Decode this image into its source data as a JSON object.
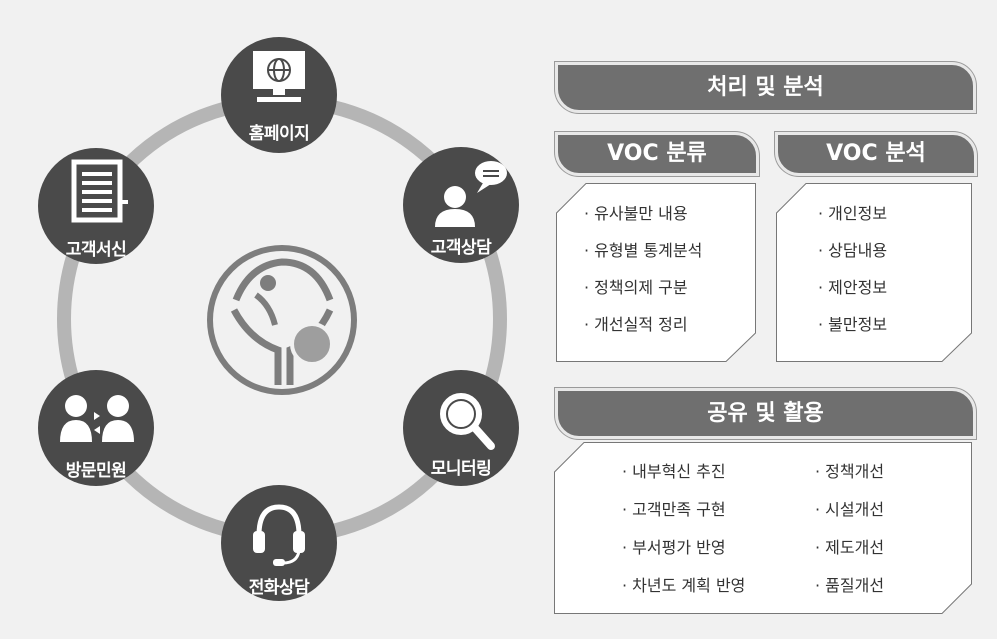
{
  "nodes": [
    {
      "label": "홈페이지",
      "icon": "monitor-globe-icon"
    },
    {
      "label": "고객상담",
      "icon": "person-chat-icon"
    },
    {
      "label": "모니터링",
      "icon": "magnifier-icon"
    },
    {
      "label": "전화상담",
      "icon": "headset-icon"
    },
    {
      "label": "방문민원",
      "icon": "two-people-icon"
    },
    {
      "label": "고객서신",
      "icon": "document-icon"
    }
  ],
  "processing": {
    "title": "처리 및 분석",
    "classification": {
      "title": "VOC 분류",
      "items": [
        "· 유사불만 내용",
        "· 유형별 통계분석",
        "· 정책의제 구분",
        "· 개선실적 정리"
      ]
    },
    "analysis": {
      "title": "VOC 분석",
      "items": [
        "· 개인정보",
        "· 상담내용",
        "· 제안정보",
        "· 불만정보"
      ]
    }
  },
  "sharing": {
    "title": "공유 및 활용",
    "left_items": [
      "· 내부혁신 추진",
      "· 고객만족 구현",
      "· 부서평가 반영",
      "· 차년도 계획 반영"
    ],
    "right_items": [
      "· 정책개선",
      "· 시설개선",
      "· 제도개선",
      "· 품질개선"
    ]
  },
  "colors": {
    "node": "#4a4a4a",
    "ring": "#b5b5b5",
    "header": "#6f6f6f",
    "background": "#f1f1f1"
  }
}
